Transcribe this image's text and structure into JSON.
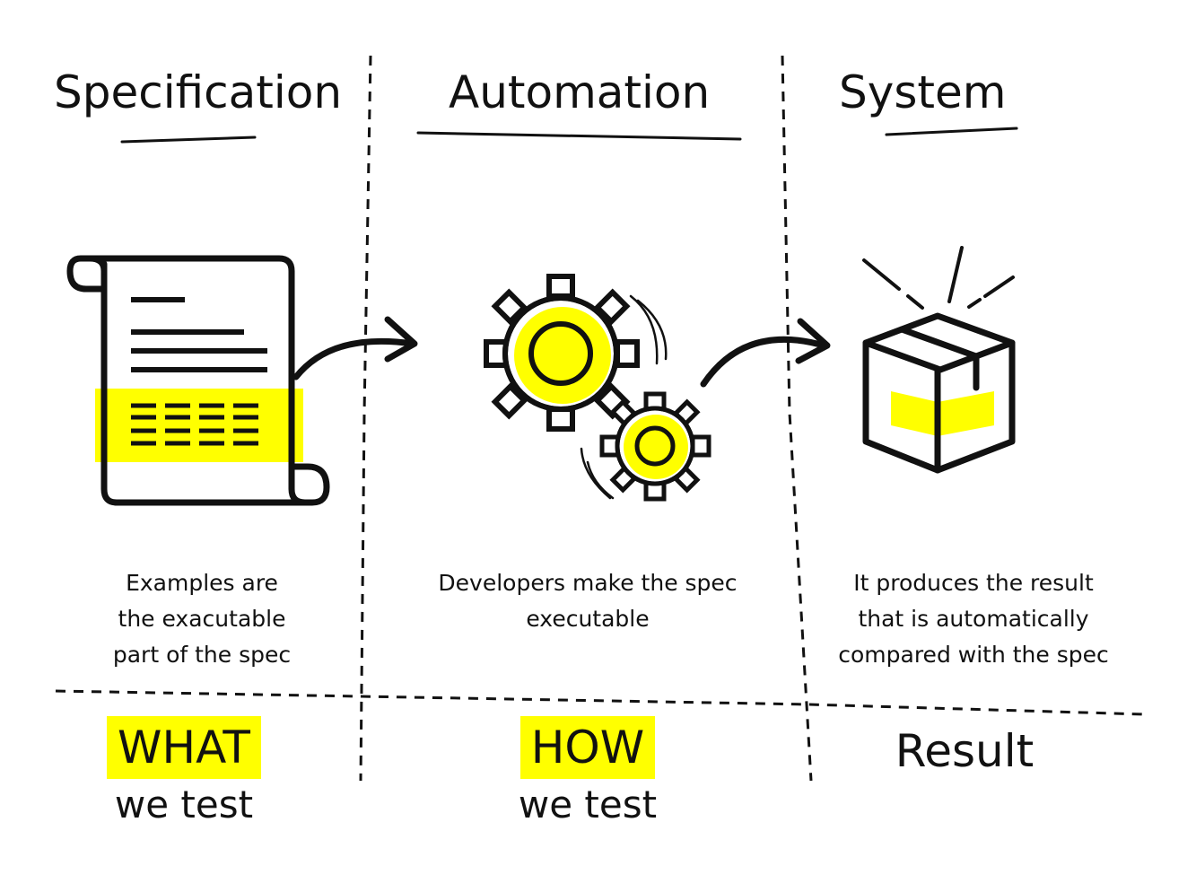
{
  "columns": [
    {
      "title": "Specification",
      "description_lines": [
        "Examples are",
        "the exacutable",
        "part of the spec"
      ],
      "bottom_label": "WHAT",
      "bottom_sub": "we test",
      "icon": "document-scroll-icon"
    },
    {
      "title": "Automation",
      "description_lines": [
        "Developers make the spec",
        "executable"
      ],
      "bottom_label": "HOW",
      "bottom_sub": "we test",
      "icon": "gears-icon"
    },
    {
      "title": "System",
      "description_lines": [
        "It produces the result",
        "that is automatically",
        "compared with the spec"
      ],
      "bottom_label": "Result",
      "bottom_sub": "",
      "icon": "package-box-icon"
    }
  ],
  "colors": {
    "accent": "#ffff00",
    "ink": "#111111",
    "background": "#ffffff"
  }
}
